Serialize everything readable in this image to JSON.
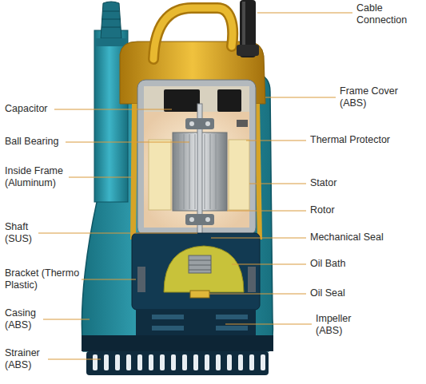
{
  "diagram": {
    "labels": [
      "Capacitor",
      "Ball Bearing",
      "Inside Frame (Aluminum)",
      "Shaft (SUS)",
      "Bracket (Thermo Plastic)",
      "Casing (ABS)",
      "Strainer (ABS)",
      "Cable Connection",
      "Frame Cover (ABS)",
      "Thermal Protector",
      "Stator",
      "Rotor",
      "Mechanical Seal",
      "Oil Bath",
      "Oil Seal",
      "Impeller (ABS)"
    ]
  }
}
